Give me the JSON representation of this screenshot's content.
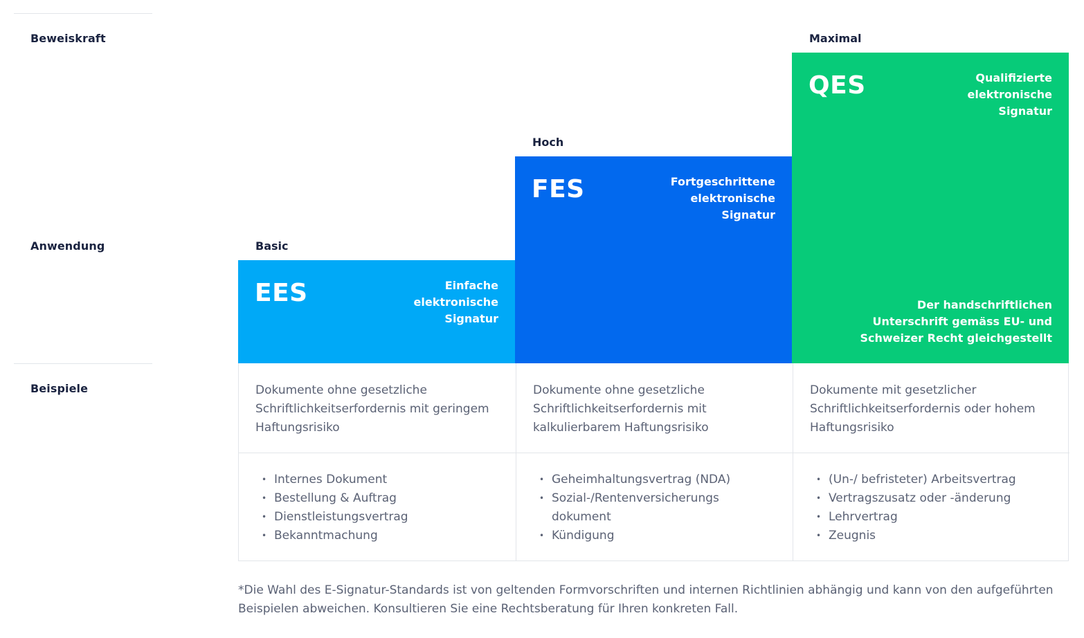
{
  "row_labels": {
    "beweiskraft": "Beweiskraft",
    "anwendung": "Anwendung",
    "beispiele": "Beispiele"
  },
  "levels": [
    {
      "level_label": "Basic",
      "abbr": "EES",
      "full_name": "Einfache elektronische Signatur",
      "note": "",
      "color": "#00a9f7",
      "description": "Dokumente ohne gesetzliche Schriftlichkeitserfordernis mit geringem Haftungsrisiko",
      "examples": [
        "Internes Dokument",
        "Bestellung & Auftrag",
        "Dienstleistungsvertrag",
        "Bekanntmachung"
      ]
    },
    {
      "level_label": "Hoch",
      "abbr": "FES",
      "full_name": "Fortgeschrittene elektronische Signatur",
      "note": "",
      "color": "#0269ee",
      "description": "Dokumente ohne gesetzliche Schriftlichkeitserfordernis mit kalkulierbarem Haftungsrisiko",
      "examples": [
        "Geheimhaltungsvertrag (NDA)",
        "Sozial-/Rentenversicherungs dokument",
        "Kündigung"
      ]
    },
    {
      "level_label": "Maximal",
      "abbr": "QES",
      "full_name": "Qualifizierte elektronische Signatur",
      "note": "Der handschriftlichen Unterschrift gemäss EU- und Schweizer Recht gleichgestellt",
      "color": "#07cb79",
      "description": "Dokumente mit gesetzlicher Schriftlichkeitserfordernis oder hohem Haftungsrisiko",
      "examples": [
        "(Un-/ befristeter) Arbeitsvertrag",
        "Vertragszusatz oder -änderung",
        "Lehrvertrag",
        "Zeugnis"
      ]
    }
  ],
  "footnote": "*Die Wahl des E-Signatur-Standards ist von geltenden Formvorschriften und internen Richtlinien abhängig und kann von den aufgeführten Beispielen abweichen. Konsultieren Sie eine Rechtsberatung für Ihren konkreten Fall."
}
